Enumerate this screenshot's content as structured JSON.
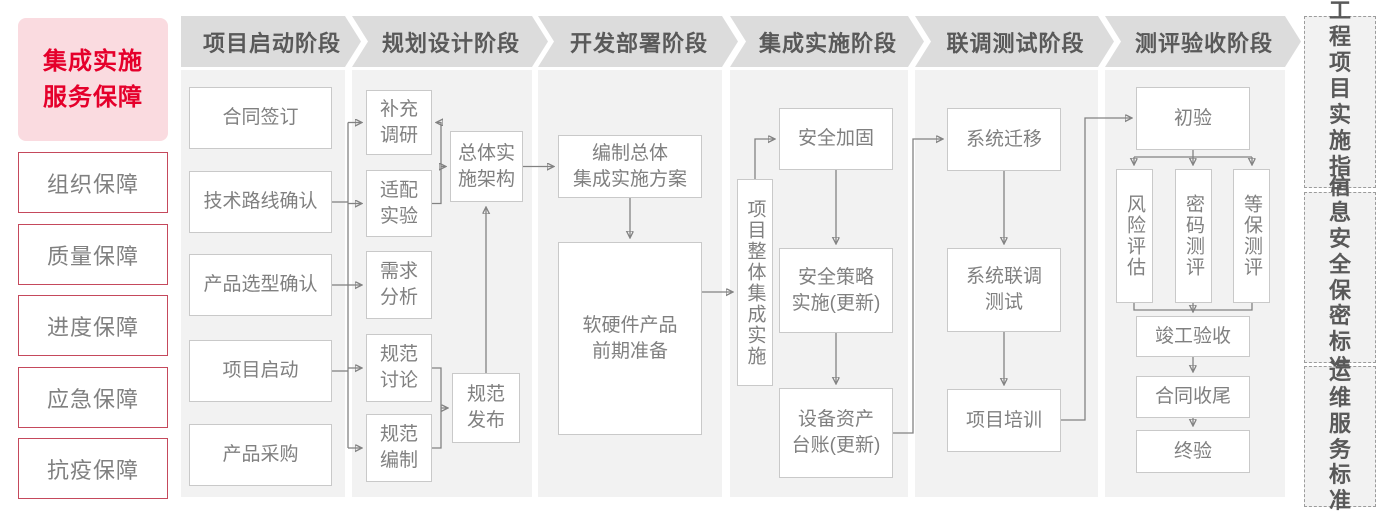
{
  "colors": {
    "accent_red": "#e5002b",
    "sidebar_pink_bg": "#fadbe0",
    "sidebar_border_red": "#c5495c",
    "header_band_gray": "#dcdcdc",
    "panel_gray": "#f2f2f2",
    "box_border_gray": "#c9c9c9",
    "text_gray": "#808080",
    "header_text_gray": "#595959",
    "connector_gray": "#828282"
  },
  "sidebar": {
    "title": "集成实施\n服务保障",
    "items": [
      {
        "label": "组织保障"
      },
      {
        "label": "质量保障"
      },
      {
        "label": "进度保障"
      },
      {
        "label": "应急保障"
      },
      {
        "label": "抗疫保障"
      }
    ]
  },
  "phases": [
    {
      "label": "项目启动阶段",
      "boxes": [
        {
          "label": "合同签订"
        },
        {
          "label": "技术路线确认"
        },
        {
          "label": "产品选型确认"
        },
        {
          "label": "项目启动"
        },
        {
          "label": "产品采购"
        }
      ]
    },
    {
      "label": "规划设计阶段",
      "boxes": [
        {
          "label": "补充\n调研"
        },
        {
          "label": "适配\n实验"
        },
        {
          "label": "需求\n分析"
        },
        {
          "label": "规范\n讨论"
        },
        {
          "label": "规范\n编制"
        },
        {
          "label": "总体实\n施架构"
        },
        {
          "label": "规范\n发布"
        }
      ]
    },
    {
      "label": "开发部署阶段",
      "boxes": [
        {
          "label": "编制总体\n集成实施方案"
        },
        {
          "label": "软硬件产品\n前期准备"
        }
      ]
    },
    {
      "label": "集成实施阶段",
      "boxes": [
        {
          "label": "项目整体集成实施"
        },
        {
          "label": "安全加固"
        },
        {
          "label": "安全策略\n实施(更新)"
        },
        {
          "label": "设备资产\n台账(更新)"
        }
      ]
    },
    {
      "label": "联调测试阶段",
      "boxes": [
        {
          "label": "系统迁移"
        },
        {
          "label": "系统联调\n测试"
        },
        {
          "label": "项目培训"
        }
      ]
    },
    {
      "label": "测评验收阶段",
      "boxes": [
        {
          "label": "初验"
        },
        {
          "label": "风险评估"
        },
        {
          "label": "密码测评"
        },
        {
          "label": "等保测评"
        },
        {
          "label": "竣工验收"
        },
        {
          "label": "合同收尾"
        },
        {
          "label": "终验"
        }
      ]
    }
  ],
  "standards": [
    {
      "label": "工程\n项目\n实施\n指引"
    },
    {
      "label": "信息\n安全\n保密\n标准"
    },
    {
      "label": "运维\n服务\n标准"
    }
  ]
}
